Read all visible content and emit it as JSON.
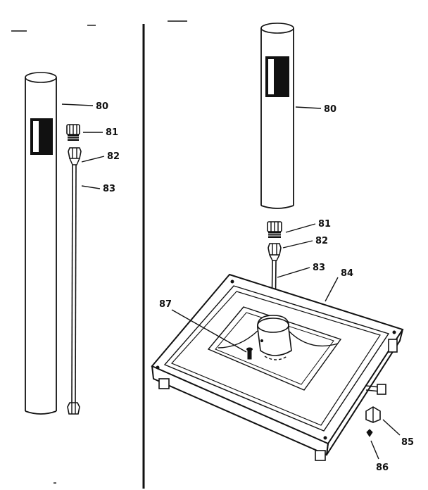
{
  "callouts": {
    "left_80": "80",
    "left_81": "81",
    "left_82": "82",
    "left_83": "83",
    "right_80": "80",
    "right_81": "81",
    "right_82": "82",
    "right_83": "83",
    "right_84": "84",
    "right_85": "85",
    "right_86": "86",
    "right_87": "87"
  }
}
